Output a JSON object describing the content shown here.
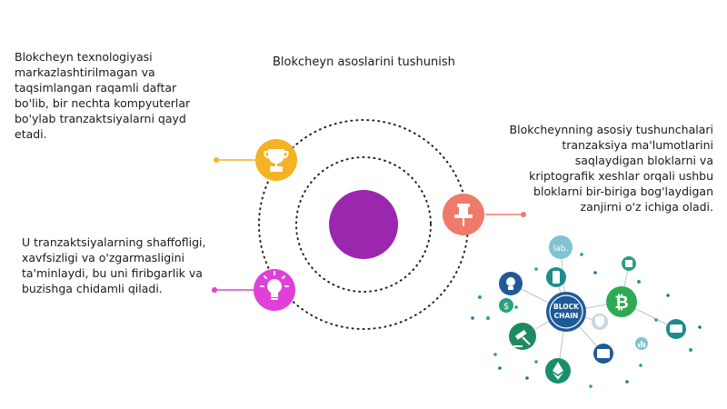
{
  "title": "Blokcheyn asoslarini tushunish",
  "texts": {
    "top_left": "Blokcheyn texnologiyasi markazlashtirilmagan va taqsimlangan raqamli daftar bo'lib, bir nechta kompyuterlar bo'ylab tranzaktsiyalarni qayd etadi.",
    "right": "Blokcheynning asosiy tushunchalari tranzaksiya ma'lumotlarini saqlaydigan bloklarni va kriptografik xeshlar orqali ushbu bloklarni bir-biriga bog'laydigan zanjirni o'z ichiga oladi.",
    "bottom_left": "U tranzaktsiyalarning shaffofligi, xavfsizligi va o'zgarmasligini ta'minlaydi, bu uni firibgarlik va buzishga chidamli qiladi."
  },
  "illustration": {
    "badge_lab": "lab.",
    "badge_block": "BLOCK",
    "badge_chain": "CHAIN"
  },
  "colors": {
    "center": "#9b27af",
    "trophy": "#f5b324",
    "pin": "#f07a6a",
    "bulb": "#e040d8"
  },
  "icons": [
    "trophy-icon",
    "pushpin-icon",
    "lightbulb-icon"
  ]
}
